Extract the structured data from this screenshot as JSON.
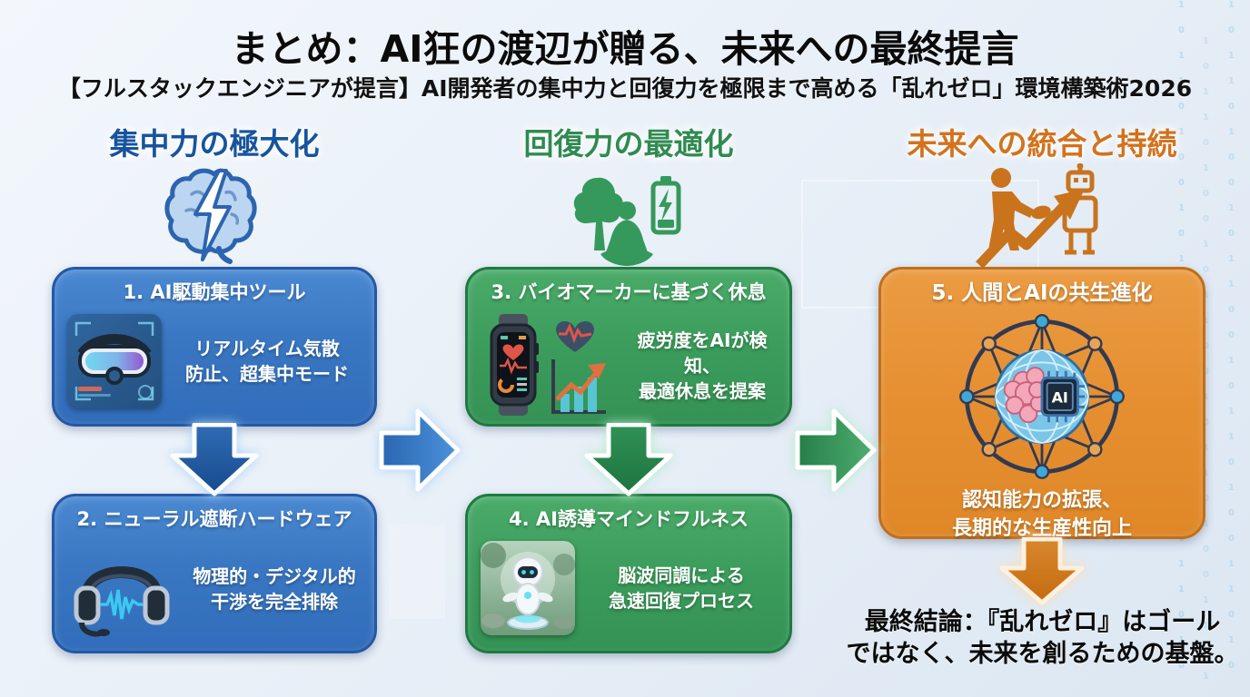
{
  "header": {
    "title": "まとめ：AI狂の渡辺が贈る、未来への最終提言",
    "subtitle": "【フルスタックエンジニアが提言】AI開発者の集中力と回復力を極限まで高める「乱れゼロ」環境構築術2026"
  },
  "columns": [
    {
      "title": "集中力の極大化",
      "icon": "brain-lightning-icon",
      "accent": "#17549e",
      "boxes": [
        {
          "title": "1. AI駆動集中ツール",
          "image": "vr-goggles-image",
          "body": "リアルタイム気散\n防止、超集中モード"
        },
        {
          "title": "2. ニューラル遮断ハードウェア",
          "image": "noise-cancelling-headphones-image",
          "body": "物理的・デジタル的\n干渉を完全排除"
        }
      ]
    },
    {
      "title": "回復力の最適化",
      "icon": "meditation-tree-battery-icon",
      "accent": "#2f8b51",
      "boxes": [
        {
          "title": "3. バイオマーカーに基づく休息",
          "image": "smartwatch-biometrics-image",
          "body": "疲労度をAIが検知、\n最適休息を提案"
        },
        {
          "title": "4. AI誘導マインドフルネス",
          "image": "meditating-robot-image",
          "body": "脳波同調による\n急速回復プロセス"
        }
      ]
    },
    {
      "title": "未来への統合と持続",
      "icon": "human-robot-handshake-icon",
      "accent": "#d3721d",
      "boxes": [
        {
          "title": "5. 人間とAIの共生進化",
          "image": "human-ai-network-image",
          "image_label": "AI",
          "body": "認知能力の拡張、\n長期的な生産性向上"
        }
      ]
    }
  ],
  "conclusion": "最終結論：『乱れゼロ』はゴール\nではなく、未来を創るための基盤。",
  "background": {
    "binary": "1 0 1 1 0 1 0 0 1 0 1 1 0 0 1 0 1 1 0 1 0 0 1 1 0 1 0"
  },
  "colors": {
    "header_blue": "#17549e",
    "header_green": "#2f8b51",
    "header_orange": "#d3721d",
    "box_blue": "#3a77c2",
    "box_blue_border": "#2458a6",
    "box_green": "#3b9c5c",
    "box_green_border": "#1f7a41",
    "box_orange": "#e58f31",
    "box_orange_border": "#c06f1c",
    "arrow_blue": "#2a66b2",
    "arrow_green": "#257f47",
    "arrow_orange": "#d2731f"
  }
}
